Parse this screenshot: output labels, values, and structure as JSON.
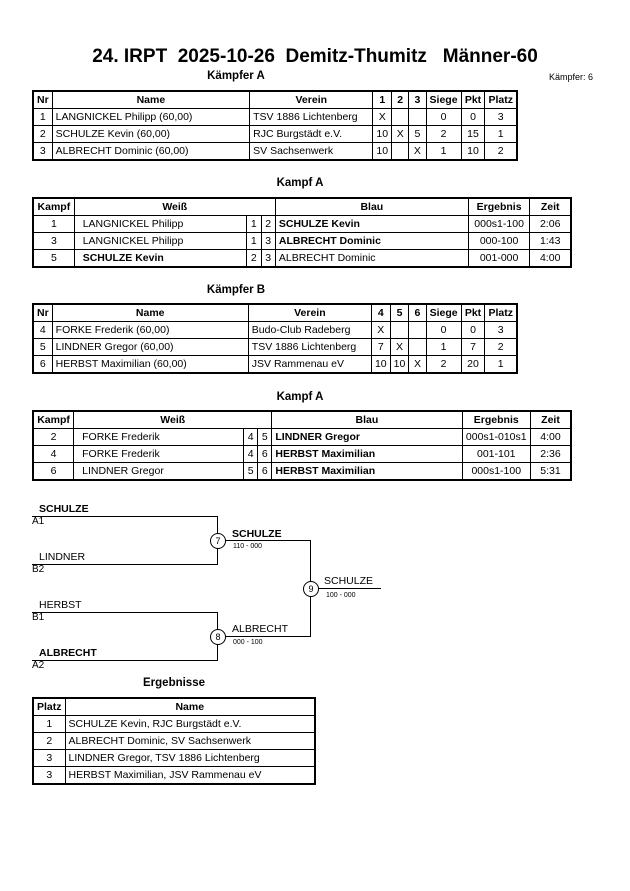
{
  "header": {
    "title": "24. IRPT  2025-10-26  Demitz-Thumitz   Männer-60",
    "kaempfer_count": "Kämpfer: 6"
  },
  "pool_a": {
    "heading": "Kämpfer A",
    "columns": [
      "Nr",
      "Name",
      "Verein",
      "1",
      "2",
      "3",
      "Siege",
      "Pkt",
      "Platz"
    ],
    "rows": [
      {
        "nr": "1",
        "name": "LANGNICKEL Philipp  (60,00)",
        "verein": "TSV 1886 Lichtenberg",
        "r1": "X",
        "r2": "",
        "r3": "",
        "siege": "0",
        "pkt": "0",
        "platz": "3"
      },
      {
        "nr": "2",
        "name": "SCHULZE Kevin  (60,00)",
        "verein": "RJC Burgstädt e.V.",
        "r1": "10",
        "r2": "X",
        "r3": "5",
        "siege": "2",
        "pkt": "15",
        "platz": "1"
      },
      {
        "nr": "3",
        "name": "ALBRECHT Dominic  (60,00)",
        "verein": "SV Sachsenwerk",
        "r1": "10",
        "r2": "",
        "r3": "X",
        "siege": "1",
        "pkt": "10",
        "platz": "2"
      }
    ]
  },
  "fights_a": {
    "heading": "Kampf A",
    "columns": [
      "Kampf",
      "Weiß",
      "Blau",
      "Ergebnis",
      "Zeit"
    ],
    "rows": [
      {
        "kampf": "1",
        "weiss": "LANGNICKEL Philipp",
        "weiss_bold": false,
        "n1": "1",
        "n2": "2",
        "blau": "SCHULZE Kevin",
        "blau_bold": true,
        "ergebnis": "000s1-100",
        "zeit": "2:06"
      },
      {
        "kampf": "3",
        "weiss": "LANGNICKEL Philipp",
        "weiss_bold": false,
        "n1": "1",
        "n2": "3",
        "blau": "ALBRECHT Dominic",
        "blau_bold": true,
        "ergebnis": "000-100",
        "zeit": "1:43"
      },
      {
        "kampf": "5",
        "weiss": "SCHULZE Kevin",
        "weiss_bold": true,
        "n1": "2",
        "n2": "3",
        "blau": "ALBRECHT Dominic",
        "blau_bold": false,
        "ergebnis": "001-000",
        "zeit": "4:00"
      }
    ]
  },
  "pool_b": {
    "heading": "Kämpfer B",
    "columns": [
      "Nr",
      "Name",
      "Verein",
      "4",
      "5",
      "6",
      "Siege",
      "Pkt",
      "Platz"
    ],
    "rows": [
      {
        "nr": "4",
        "name": "FORKE Frederik  (60,00)",
        "verein": "Budo-Club Radeberg",
        "r1": "X",
        "r2": "",
        "r3": "",
        "siege": "0",
        "pkt": "0",
        "platz": "3"
      },
      {
        "nr": "5",
        "name": "LINDNER  Gregor  (60,00)",
        "verein": "TSV 1886 Lichtenberg",
        "r1": "7",
        "r2": "X",
        "r3": "",
        "siege": "1",
        "pkt": "7",
        "platz": "2"
      },
      {
        "nr": "6",
        "name": "HERBST  Maximilian  (60,00)",
        "verein": "JSV Rammenau eV",
        "r1": "10",
        "r2": "10",
        "r3": "X",
        "siege": "2",
        "pkt": "20",
        "platz": "1"
      }
    ]
  },
  "fights_b": {
    "heading": "Kampf A",
    "columns": [
      "Kampf",
      "Weiß",
      "Blau",
      "Ergebnis",
      "Zeit"
    ],
    "rows": [
      {
        "kampf": "2",
        "weiss": "FORKE Frederik",
        "weiss_bold": false,
        "n1": "4",
        "n2": "5",
        "blau": "LINDNER  Gregor",
        "blau_bold": true,
        "ergebnis": "000s1-010s1",
        "zeit": "4:00"
      },
      {
        "kampf": "4",
        "weiss": "FORKE Frederik",
        "weiss_bold": false,
        "n1": "4",
        "n2": "6",
        "blau": "HERBST  Maximilian",
        "blau_bold": true,
        "ergebnis": "001-101",
        "zeit": "2:36"
      },
      {
        "kampf": "6",
        "weiss": "LINDNER  Gregor",
        "weiss_bold": false,
        "n1": "5",
        "n2": "6",
        "blau": "HERBST  Maximilian",
        "blau_bold": true,
        "ergebnis": "000s1-100",
        "zeit": "5:31"
      }
    ]
  },
  "bracket": {
    "sf1": {
      "top_name": "SCHULZE",
      "top_seed": "A1",
      "bottom_name": "LINDNER",
      "bottom_seed": "B2",
      "fight_no": "7",
      "winner": "SCHULZE",
      "score": "110 - 000"
    },
    "sf2": {
      "top_name": "HERBST",
      "top_seed": "B1",
      "bottom_name": "ALBRECHT",
      "bottom_seed": "A2",
      "fight_no": "8",
      "winner": "ALBRECHT",
      "score": "000 - 100"
    },
    "final": {
      "fight_no": "9",
      "winner": "SCHULZE",
      "score": "100 - 000"
    }
  },
  "results": {
    "heading": "Ergebnisse",
    "columns": [
      "Platz",
      "Name"
    ],
    "rows": [
      {
        "platz": "1",
        "name": "SCHULZE Kevin, RJC Burgstädt e.V."
      },
      {
        "platz": "2",
        "name": "ALBRECHT Dominic, SV Sachsenwerk"
      },
      {
        "platz": "3",
        "name": "LINDNER  Gregor, TSV 1886 Lichtenberg"
      },
      {
        "platz": "3",
        "name": "HERBST  Maximilian, JSV Rammenau eV"
      }
    ]
  }
}
